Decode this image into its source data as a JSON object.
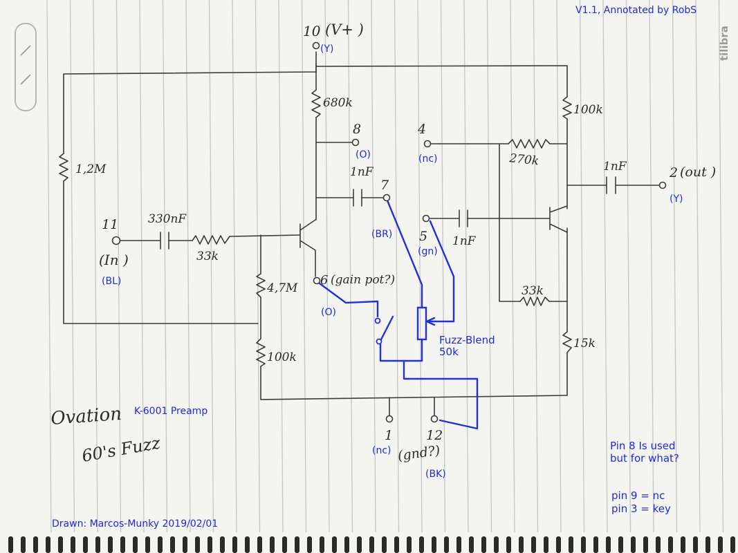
{
  "version_note": "V1.1, Annotated by RobS",
  "brand": "tilibra",
  "title_hand": "Ovation",
  "model": "K-6001 Preamp",
  "subtitle_hand": "60's Fuzz",
  "drawn_by": "Drawn: Marcos-Munky 2019/02/01",
  "pins": {
    "p10": {
      "num": "10",
      "label": "(V+ )",
      "color": "(Y)"
    },
    "p8": {
      "num": "8",
      "color": "(O)"
    },
    "p4": {
      "num": "4",
      "color": "(nc)"
    },
    "p7": {
      "num": "7",
      "color": "(BR)"
    },
    "p5": {
      "num": "5",
      "color": "(gn)"
    },
    "p11": {
      "num": "11",
      "label": "(In )",
      "color": "(BL)"
    },
    "p6": {
      "num": "6",
      "label": "(gain pot?)",
      "color": "(O)"
    },
    "p2": {
      "num": "2",
      "label": "(out )",
      "color": "(Y)"
    },
    "p1": {
      "num": "1",
      "color": "(nc)"
    },
    "p12": {
      "num": "12",
      "label": "(gnd?)",
      "color": "(BK)"
    }
  },
  "components": {
    "r680k": "680k",
    "r100k_top": "100k",
    "r1m2": "1,2M",
    "c330nf": "330nF",
    "r33k_in": "33k",
    "r4m7": "4,7M",
    "r100k_bot": "100k",
    "c1nf_a": "1nF",
    "c1nf_b": "1nF",
    "c1nf_out": "1nF",
    "r270k": "270k",
    "r33k_fb": "33k",
    "r15k": "15k",
    "pot_line1": "Fuzz-Blend",
    "pot_line2": "50k"
  },
  "notes": {
    "pin8_line1": "Pin 8 Is used",
    "pin8_line2": "but for what?",
    "pin9": "pin 9  = nc",
    "pin3": "pin 3 = key"
  }
}
